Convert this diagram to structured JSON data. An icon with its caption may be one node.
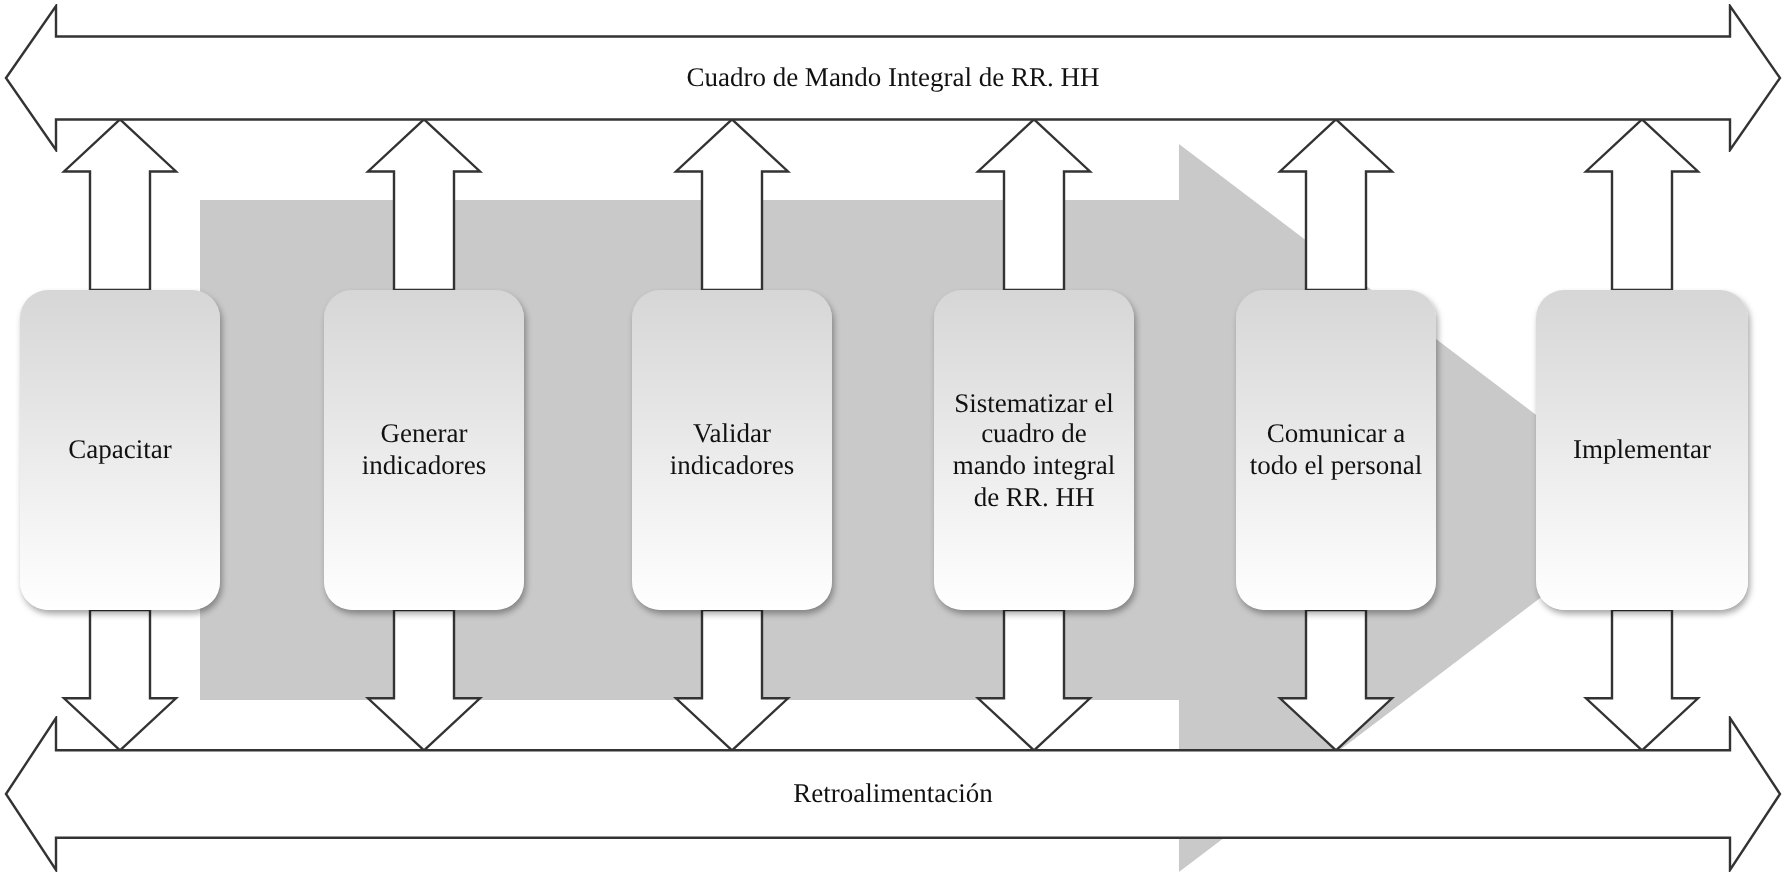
{
  "diagram": {
    "nodes": [
      {
        "text": [
          "Cuadro de Mando Integral de RR. HH"
        ]
      },
      {
        "text": [
          "Capacitar"
        ]
      },
      {
        "text": [
          "Generar indicadores"
        ]
      },
      {
        "text": [
          "Validar indicadores"
        ]
      },
      {
        "text": [
          "Sistematizar el cuadro de mando integral de RR. HH"
        ]
      },
      {
        "text": [
          "Comunicar a todo el personal"
        ]
      },
      {
        "text": [
          "Implementar"
        ]
      },
      {
        "text": [
          "Retroalimentación"
        ]
      }
    ],
    "edges": [
      {
        "from": 1,
        "to": 0,
        "arrow": "to"
      },
      {
        "from": 2,
        "to": 0,
        "arrow": "to"
      },
      {
        "from": 3,
        "to": 0,
        "arrow": "to"
      },
      {
        "from": 4,
        "to": 0,
        "arrow": "to"
      },
      {
        "from": 5,
        "to": 0,
        "arrow": "to"
      },
      {
        "from": 6,
        "to": 0,
        "arrow": "to"
      },
      {
        "from": 1,
        "to": 7,
        "arrow": "to"
      },
      {
        "from": 2,
        "to": 7,
        "arrow": "to"
      },
      {
        "from": 3,
        "to": 7,
        "arrow": "to"
      },
      {
        "from": 4,
        "to": 7,
        "arrow": "to"
      },
      {
        "from": 5,
        "to": 7,
        "arrow": "to"
      },
      {
        "from": 6,
        "to": 7,
        "arrow": "to"
      },
      {
        "from": 1,
        "to": 6,
        "arrow": "to",
        "color": "#c9c9c9"
      }
    ]
  }
}
